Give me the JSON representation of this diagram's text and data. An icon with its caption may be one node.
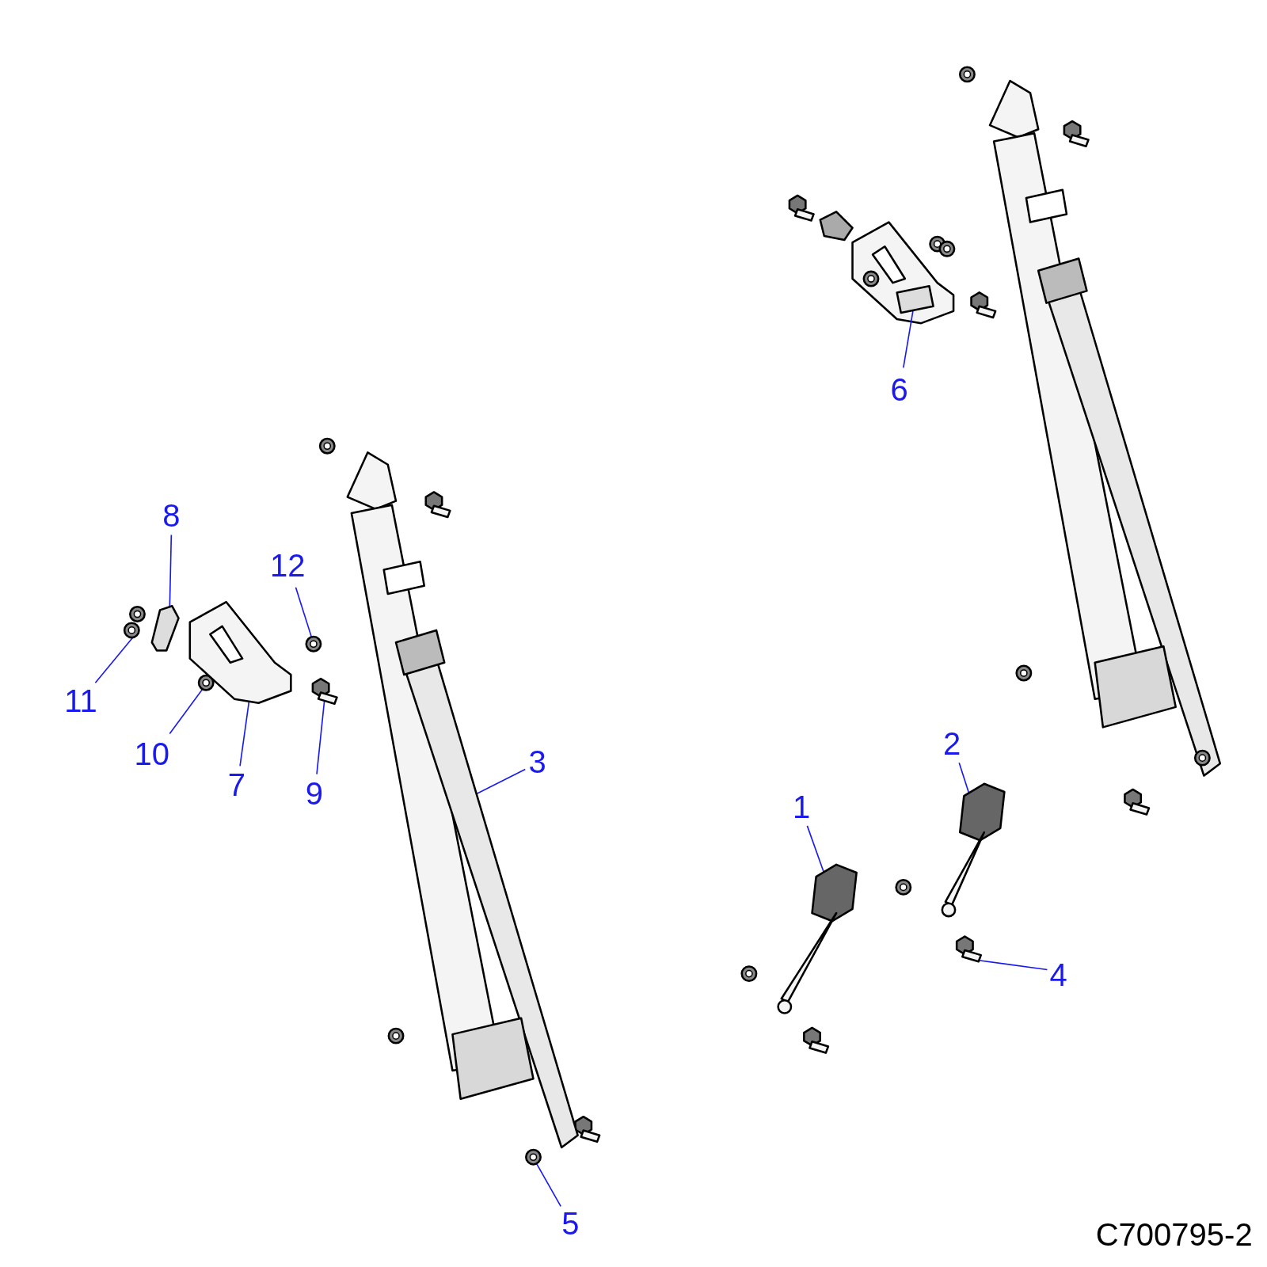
{
  "diagram": {
    "nodes": [
      {
        "text": [
          "6"
        ]
      },
      {
        "text": [
          "8"
        ]
      },
      {
        "text": [
          "12"
        ]
      },
      {
        "text": [
          "11"
        ]
      },
      {
        "text": [
          "10"
        ]
      },
      {
        "text": [
          "7"
        ]
      },
      {
        "text": [
          "9"
        ]
      },
      {
        "text": [
          "3"
        ]
      },
      {
        "text": [
          "2"
        ]
      },
      {
        "text": [
          "1"
        ]
      },
      {
        "text": [
          "4"
        ]
      },
      {
        "text": [
          "5"
        ]
      },
      {
        "text": [],
        "shape": "picture"
      },
      {
        "text": [],
        "shape": "picture"
      },
      {
        "text": [],
        "shape": "picture"
      },
      {
        "text": [],
        "shape": "picture"
      },
      {
        "text": [],
        "shape": "picture"
      },
      {
        "text": [],
        "shape": "picture"
      },
      {
        "text": [],
        "shape": "picture"
      },
      {
        "text": [],
        "shape": "picture"
      },
      {
        "text": [],
        "shape": "picture"
      },
      {
        "text": [],
        "shape": "picture"
      },
      {
        "text": [],
        "shape": "picture"
      },
      {
        "text": [],
        "shape": "picture"
      }
    ],
    "edges": [
      {
        "from": 0,
        "to": 12,
        "arrow": "none"
      },
      {
        "from": 1,
        "to": 13,
        "arrow": "none"
      },
      {
        "from": 2,
        "to": 14,
        "arrow": "none"
      },
      {
        "from": 3,
        "to": 15,
        "arrow": "none"
      },
      {
        "from": 4,
        "to": 16,
        "arrow": "none"
      },
      {
        "from": 5,
        "to": 17,
        "arrow": "none"
      },
      {
        "from": 6,
        "to": 18,
        "arrow": "none"
      },
      {
        "from": 7,
        "to": 19,
        "arrow": "none"
      },
      {
        "from": 8,
        "to": 20,
        "arrow": "none"
      },
      {
        "from": 9,
        "to": 21,
        "arrow": "none"
      },
      {
        "from": 10,
        "to": 22,
        "arrow": "none"
      },
      {
        "from": 11,
        "to": 23,
        "arrow": "none"
      }
    ],
    "labels": [
      "C700795-2"
    ]
  }
}
